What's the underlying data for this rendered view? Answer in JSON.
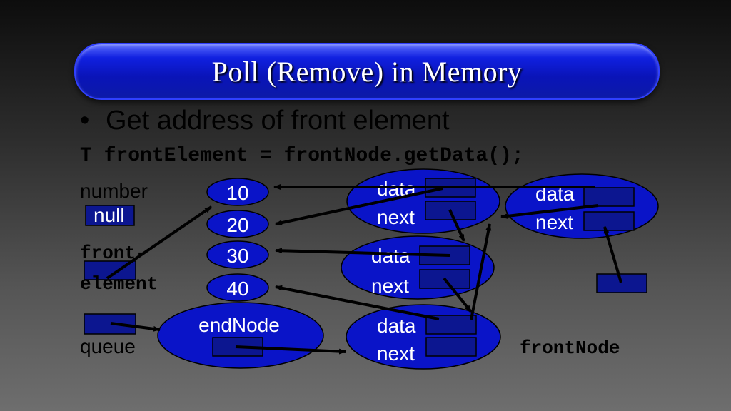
{
  "title": "Poll (Remove) in Memory",
  "bullet": {
    "marker": "•",
    "text": "Get address of front element"
  },
  "code": "T frontElement = frontNode.getData();",
  "labels": {
    "number": "number",
    "null": "null",
    "front_element_1": "front-",
    "front_element_2": "element",
    "queue": "queue",
    "end_node": "endNode",
    "front_node": "frontNode"
  },
  "values": [
    "10",
    "20",
    "30",
    "40"
  ],
  "node_fields": {
    "data": "data",
    "next": "next"
  },
  "colors": {
    "node_fill": "#0a14c8",
    "box_fill": "#0c1690",
    "arrow": "#000000"
  }
}
